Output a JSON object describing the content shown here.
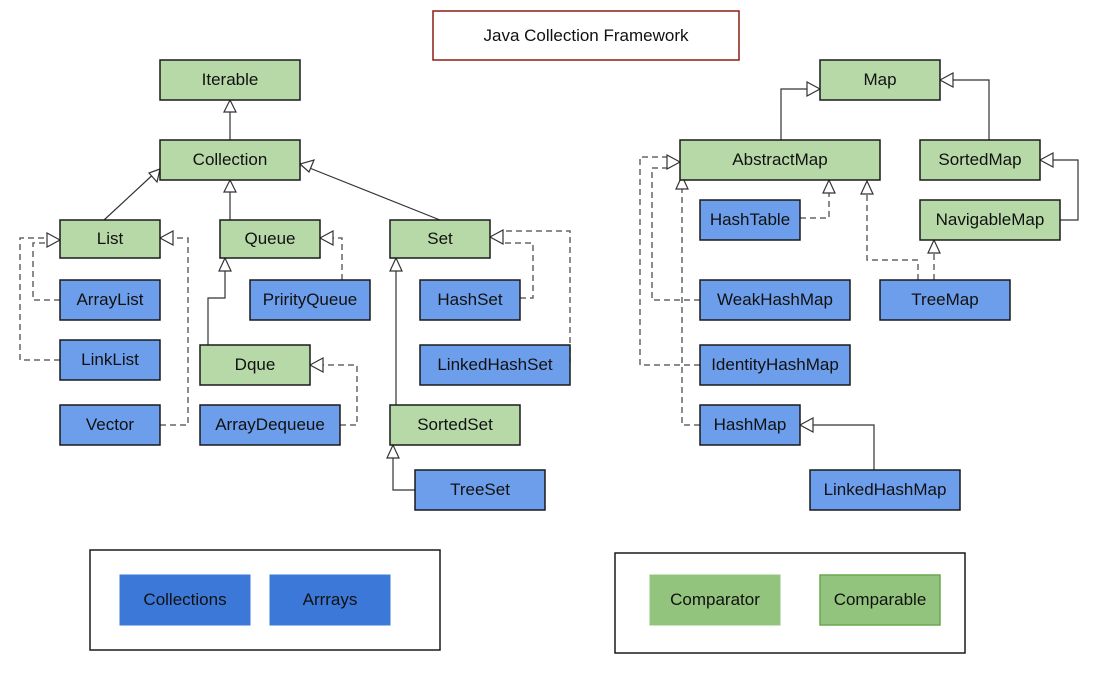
{
  "title": "Java Collection Framework",
  "nodes": {
    "iterable": "Iterable",
    "collection": "Collection",
    "list": "List",
    "queue": "Queue",
    "set": "Set",
    "arraylist": "ArrayList",
    "linklist": "LinkList",
    "vector": "Vector",
    "prirityqueue": "PrirityQueue",
    "dque": "Dque",
    "arraydequeue": "ArrayDequeue",
    "hashset": "HashSet",
    "linkedhashset": "LinkedHashSet",
    "sortedset": "SortedSet",
    "treeset": "TreeSet",
    "map": "Map",
    "abstractmap": "AbstractMap",
    "sortedmap": "SortedMap",
    "hashtable": "HashTable",
    "navigablemap": "NavigableMap",
    "weakhashmap": "WeakHashMap",
    "treemap": "TreeMap",
    "identityhashmap": "IdentityHashMap",
    "hashmap": "HashMap",
    "linkedhashmap": "LinkedHashMap"
  },
  "utilities": {
    "collections": "Collections",
    "arrays": "Arrrays",
    "comparator": "Comparator",
    "comparable": "Comparable"
  },
  "colors": {
    "interface": "#b7d9a8",
    "class": "#6d9eeb",
    "utility_blue": "#3c78d8",
    "utility_green": "#93c47d",
    "title_border": "#8b1f12"
  }
}
